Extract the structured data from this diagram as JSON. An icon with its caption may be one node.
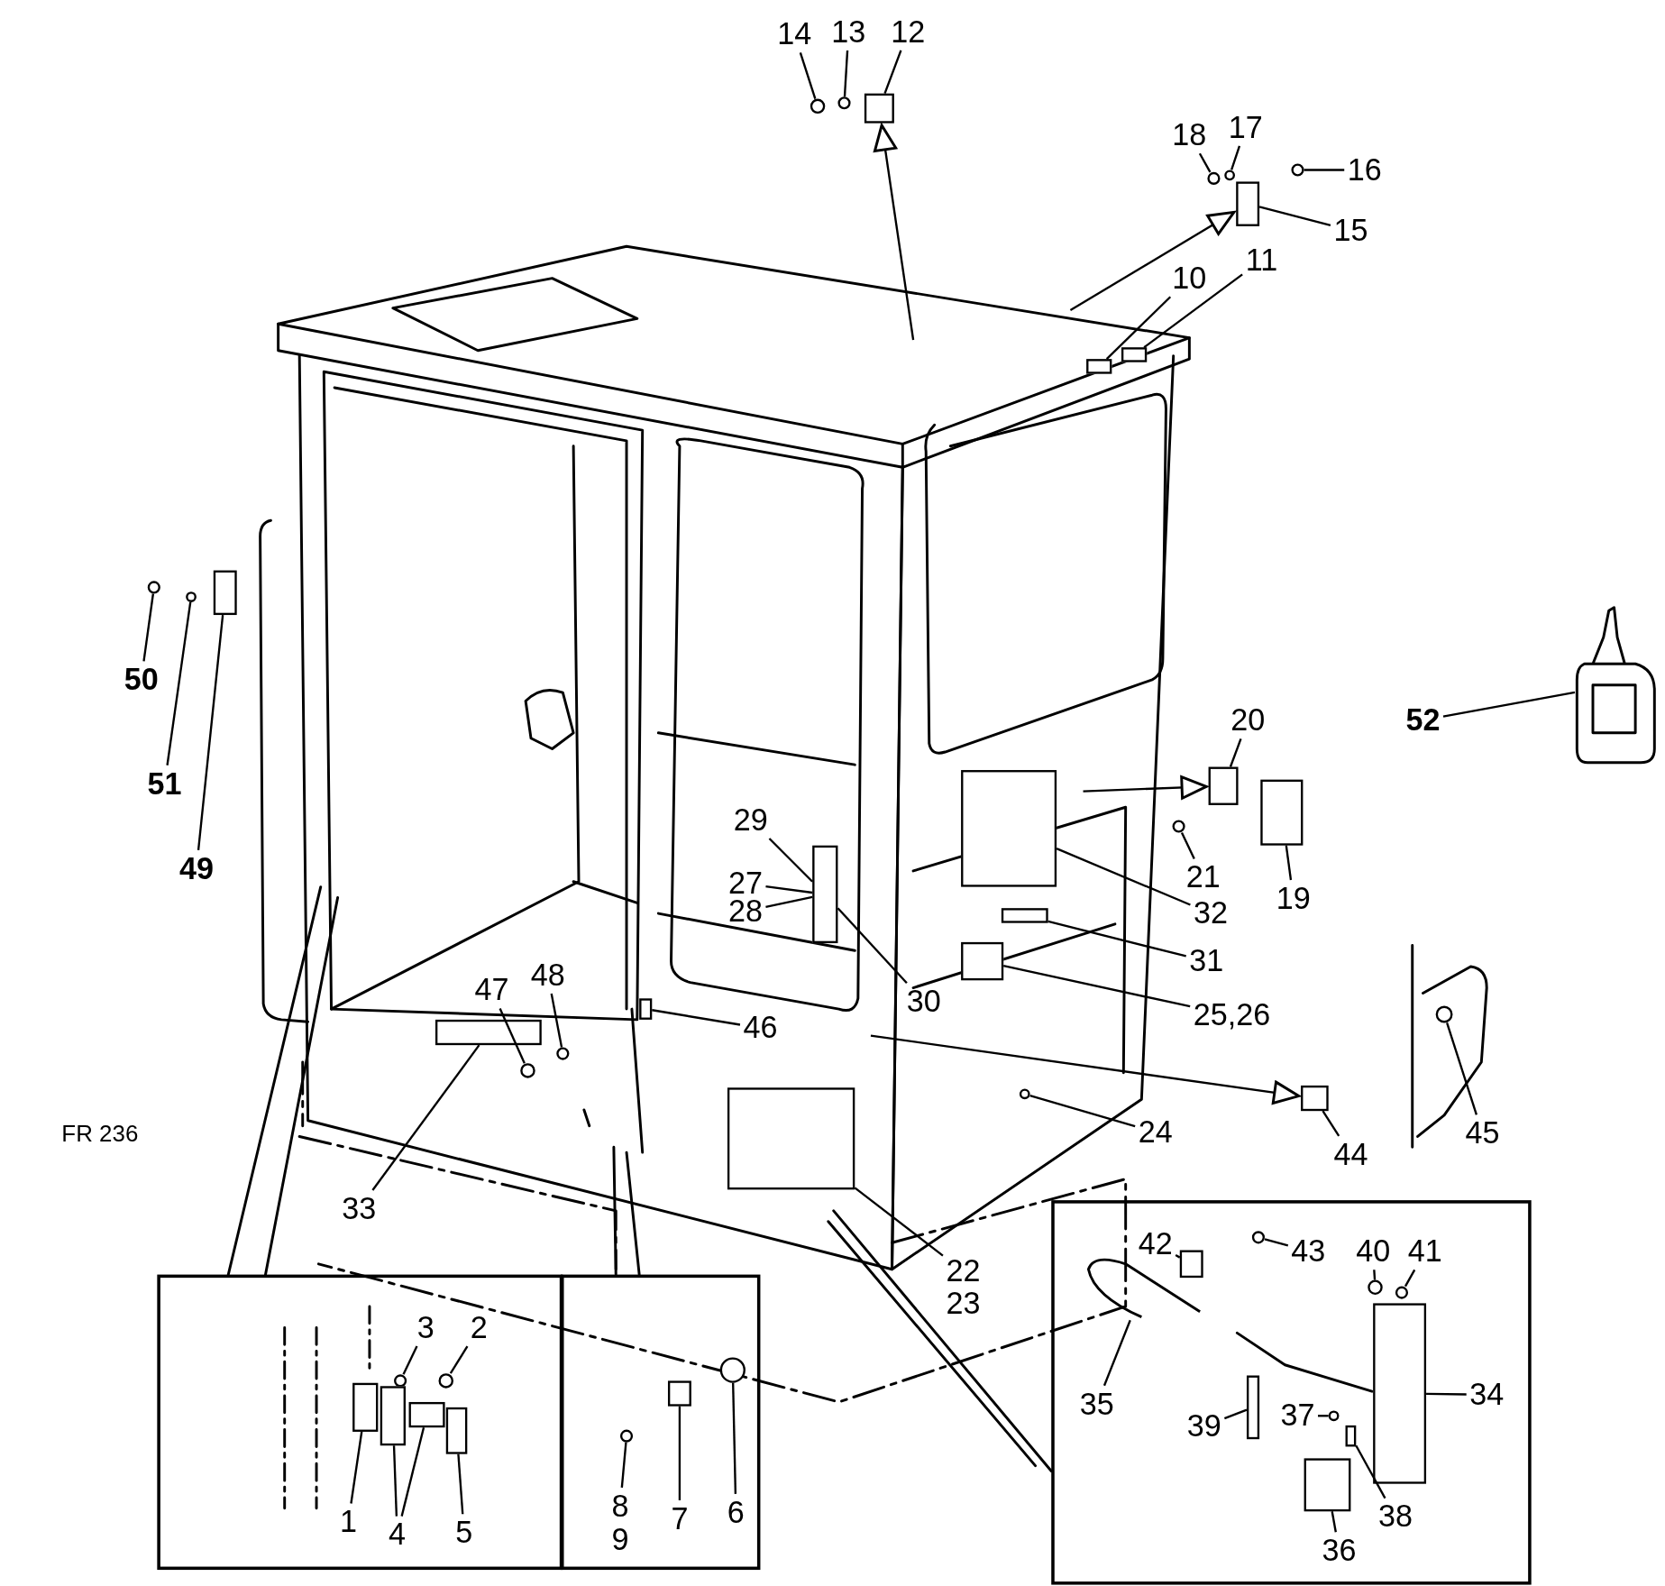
{
  "diagram": {
    "nodes": [
      {
        "text": [],
        "shape": "box"
      },
      {
        "text": [],
        "shape": "box"
      },
      {
        "text": [],
        "shape": "box"
      },
      {
        "text": [
          "14"
        ]
      },
      {
        "text": [
          "13"
        ]
      },
      {
        "text": [
          "12"
        ]
      },
      {
        "text": [
          "18"
        ]
      },
      {
        "text": [
          "17"
        ]
      },
      {
        "text": [
          "16"
        ]
      },
      {
        "text": [
          "15"
        ]
      },
      {
        "text": [
          "10"
        ]
      },
      {
        "text": [
          "11"
        ]
      },
      {
        "text": [
          "50"
        ]
      },
      {
        "text": [
          "52"
        ]
      },
      {
        "text": [
          "20"
        ]
      },
      {
        "text": [
          "51"
        ]
      },
      {
        "text": [
          "29"
        ]
      },
      {
        "text": [
          "21"
        ]
      },
      {
        "text": [
          "19"
        ]
      },
      {
        "text": [
          "27"
        ]
      },
      {
        "text": [
          "28"
        ]
      },
      {
        "text": [
          "32"
        ]
      },
      {
        "text": [
          "49"
        ]
      },
      {
        "text": [
          "31"
        ]
      },
      {
        "text": [
          "30"
        ]
      },
      {
        "text": [
          "25,26"
        ]
      },
      {
        "text": [
          "47"
        ]
      },
      {
        "text": [
          "48"
        ]
      },
      {
        "text": [
          "46"
        ]
      },
      {
        "text": [
          "24"
        ]
      },
      {
        "text": [
          "44"
        ]
      },
      {
        "text": [
          "45"
        ]
      },
      {
        "text": [
          "33"
        ]
      },
      {
        "text": [
          "22"
        ]
      },
      {
        "text": [
          "23"
        ]
      },
      {
        "text": [
          "3"
        ],
        "in": 0
      },
      {
        "text": [
          "2"
        ],
        "in": 0
      },
      {
        "text": [
          "1"
        ],
        "in": 0
      },
      {
        "text": [
          "4"
        ],
        "in": 0
      },
      {
        "text": [
          "5"
        ],
        "in": 0
      },
      {
        "text": [
          "8"
        ],
        "in": 1
      },
      {
        "text": [
          "9"
        ],
        "in": 1
      },
      {
        "text": [
          "7"
        ],
        "in": 1
      },
      {
        "text": [
          "6"
        ],
        "in": 1
      },
      {
        "text": [
          "42"
        ],
        "in": 2
      },
      {
        "text": [
          "43"
        ],
        "in": 2
      },
      {
        "text": [
          "40"
        ],
        "in": 2
      },
      {
        "text": [
          "41"
        ],
        "in": 2
      },
      {
        "text": [
          "35"
        ],
        "in": 2
      },
      {
        "text": [
          "39"
        ],
        "in": 2
      },
      {
        "text": [
          "37"
        ],
        "in": 2
      },
      {
        "text": [
          "34"
        ],
        "in": 2
      },
      {
        "text": [
          "38"
        ],
        "in": 2
      },
      {
        "text": [
          "36"
        ],
        "in": 2
      },
      {
        "text": [],
        "shape": "circle"
      },
      {
        "text": [],
        "shape": "circle"
      },
      {
        "text": [],
        "shape": "box"
      },
      {
        "text": [],
        "shape": "circle"
      },
      {
        "text": [],
        "shape": "circle"
      },
      {
        "text": [],
        "shape": "circle"
      },
      {
        "text": [],
        "shape": "box"
      },
      {
        "text": [],
        "shape": "box"
      },
      {
        "text": [],
        "shape": "box"
      },
      {
        "text": [],
        "shape": "circle"
      },
      {
        "text": [],
        "shape": "picture"
      },
      {
        "text": [],
        "shape": "box"
      },
      {
        "text": [],
        "shape": "circle"
      },
      {
        "text": [],
        "shape": "box"
      },
      {
        "text": [],
        "shape": "circle"
      },
      {
        "text": [],
        "shape": "box"
      },
      {
        "text": [],
        "shape": "box"
      },
      {
        "text": [],
        "shape": "box"
      },
      {
        "text": [],
        "shape": "box"
      },
      {
        "text": [],
        "shape": "box"
      },
      {
        "text": [],
        "shape": "circle"
      },
      {
        "text": [],
        "shape": "circle"
      },
      {
        "text": [],
        "shape": "box"
      },
      {
        "text": [],
        "shape": "circle"
      },
      {
        "text": [],
        "shape": "box"
      },
      {
        "text": [],
        "shape": "circle"
      },
      {
        "text": [],
        "shape": "box"
      },
      {
        "text": [],
        "shape": "box"
      },
      {
        "text": [],
        "shape": "circle",
        "in": 0
      },
      {
        "text": [],
        "shape": "circle",
        "in": 0
      },
      {
        "text": [],
        "shape": "box",
        "in": 0
      },
      {
        "text": [],
        "shape": "box",
        "in": 0
      },
      {
        "text": [],
        "shape": "box",
        "in": 0
      },
      {
        "text": [],
        "shape": "box",
        "in": 0
      },
      {
        "text": [],
        "shape": "circle",
        "in": 1
      },
      {
        "text": [],
        "shape": "box",
        "in": 1
      },
      {
        "text": [],
        "shape": "circle",
        "in": 1
      },
      {
        "text": [],
        "shape": "box",
        "in": 2
      },
      {
        "text": [],
        "shape": "circle",
        "in": 2
      },
      {
        "text": [],
        "shape": "circle",
        "in": 2
      },
      {
        "text": [],
        "shape": "circle",
        "in": 2
      },
      {
        "text": [],
        "shape": "picture",
        "in": 2
      },
      {
        "text": [],
        "shape": "box",
        "in": 2
      },
      {
        "text": [],
        "shape": "circle",
        "in": 2
      },
      {
        "text": [],
        "shape": "box",
        "in": 2
      },
      {
        "text": [],
        "shape": "box",
        "in": 2
      },
      {
        "text": [],
        "shape": "box",
        "in": 2
      }
    ],
    "edges": [
      {
        "from": 3,
        "to": 54,
        "arrow": "none"
      },
      {
        "from": 4,
        "to": 55,
        "arrow": "none"
      },
      {
        "from": 5,
        "to": 56,
        "arrow": "none"
      },
      {
        "from": 6,
        "to": 57,
        "arrow": "none"
      },
      {
        "from": 7,
        "to": 58,
        "arrow": "none"
      },
      {
        "from": 8,
        "to": 59,
        "arrow": "none"
      },
      {
        "from": 9,
        "to": 60,
        "arrow": "none"
      },
      {
        "from": 10,
        "to": 61,
        "arrow": "none"
      },
      {
        "from": 11,
        "to": 62,
        "arrow": "none"
      },
      {
        "from": 12,
        "to": 63,
        "arrow": "none"
      },
      {
        "from": 13,
        "to": 64,
        "arrow": "none"
      },
      {
        "from": 14,
        "to": 65,
        "arrow": "none"
      },
      {
        "from": 15,
        "to": 66,
        "arrow": "none"
      },
      {
        "from": 16,
        "to": 67,
        "arrow": "none"
      },
      {
        "from": 17,
        "to": 68,
        "arrow": "none"
      },
      {
        "from": 18,
        "to": 69,
        "arrow": "none"
      },
      {
        "from": 19,
        "to": 67,
        "arrow": "none"
      },
      {
        "from": 20,
        "to": 67,
        "arrow": "none"
      },
      {
        "from": 21,
        "to": 70,
        "arrow": "none"
      },
      {
        "from": 22,
        "to": 71,
        "arrow": "none"
      },
      {
        "from": 23,
        "to": 72,
        "arrow": "none"
      },
      {
        "from": 24,
        "to": 67,
        "arrow": "none"
      },
      {
        "from": 25,
        "to": 73,
        "arrow": "none"
      },
      {
        "from": 26,
        "to": 74,
        "arrow": "none"
      },
      {
        "from": 27,
        "to": 75,
        "arrow": "none"
      },
      {
        "from": 28,
        "to": 76,
        "arrow": "none"
      },
      {
        "from": 29,
        "to": 77,
        "arrow": "none"
      },
      {
        "from": 30,
        "to": 78,
        "arrow": "none"
      },
      {
        "from": 31,
        "to": 79,
        "arrow": "none"
      },
      {
        "from": 32,
        "to": 80,
        "arrow": "none"
      },
      {
        "from": 33,
        "to": 81,
        "arrow": "none"
      },
      {
        "from": 35,
        "to": 82,
        "arrow": "none"
      },
      {
        "from": 36,
        "to": 83,
        "arrow": "none"
      },
      {
        "from": 37,
        "to": 84,
        "arrow": "none"
      },
      {
        "from": 38,
        "to": 85,
        "arrow": "none"
      },
      {
        "from": 38,
        "to": 86,
        "arrow": "none"
      },
      {
        "from": 39,
        "to": 87,
        "arrow": "none"
      },
      {
        "from": 40,
        "to": 88,
        "arrow": "none"
      },
      {
        "from": 42,
        "to": 89,
        "arrow": "none"
      },
      {
        "from": 43,
        "to": 90,
        "arrow": "none"
      },
      {
        "from": 44,
        "to": 91,
        "arrow": "none"
      },
      {
        "from": 45,
        "to": 92,
        "arrow": "none"
      },
      {
        "from": 46,
        "to": 93,
        "arrow": "none"
      },
      {
        "from": 47,
        "to": 94,
        "arrow": "none"
      },
      {
        "from": 48,
        "to": 95,
        "arrow": "none"
      },
      {
        "from": 49,
        "to": 96,
        "arrow": "none"
      },
      {
        "from": 50,
        "to": 97,
        "arrow": "none"
      },
      {
        "from": 51,
        "to": 98,
        "arrow": "none"
      },
      {
        "from": 52,
        "to": 99,
        "arrow": "none"
      },
      {
        "from": 53,
        "to": 100,
        "arrow": "none"
      },
      {
        "from": null,
        "to": 56,
        "arrow": "to"
      },
      {
        "from": null,
        "to": 60,
        "arrow": "to"
      },
      {
        "from": null,
        "to": 65,
        "arrow": "to"
      },
      {
        "from": null,
        "to": 78,
        "arrow": "to"
      }
    ],
    "labels": [
      "FR 236"
    ]
  }
}
